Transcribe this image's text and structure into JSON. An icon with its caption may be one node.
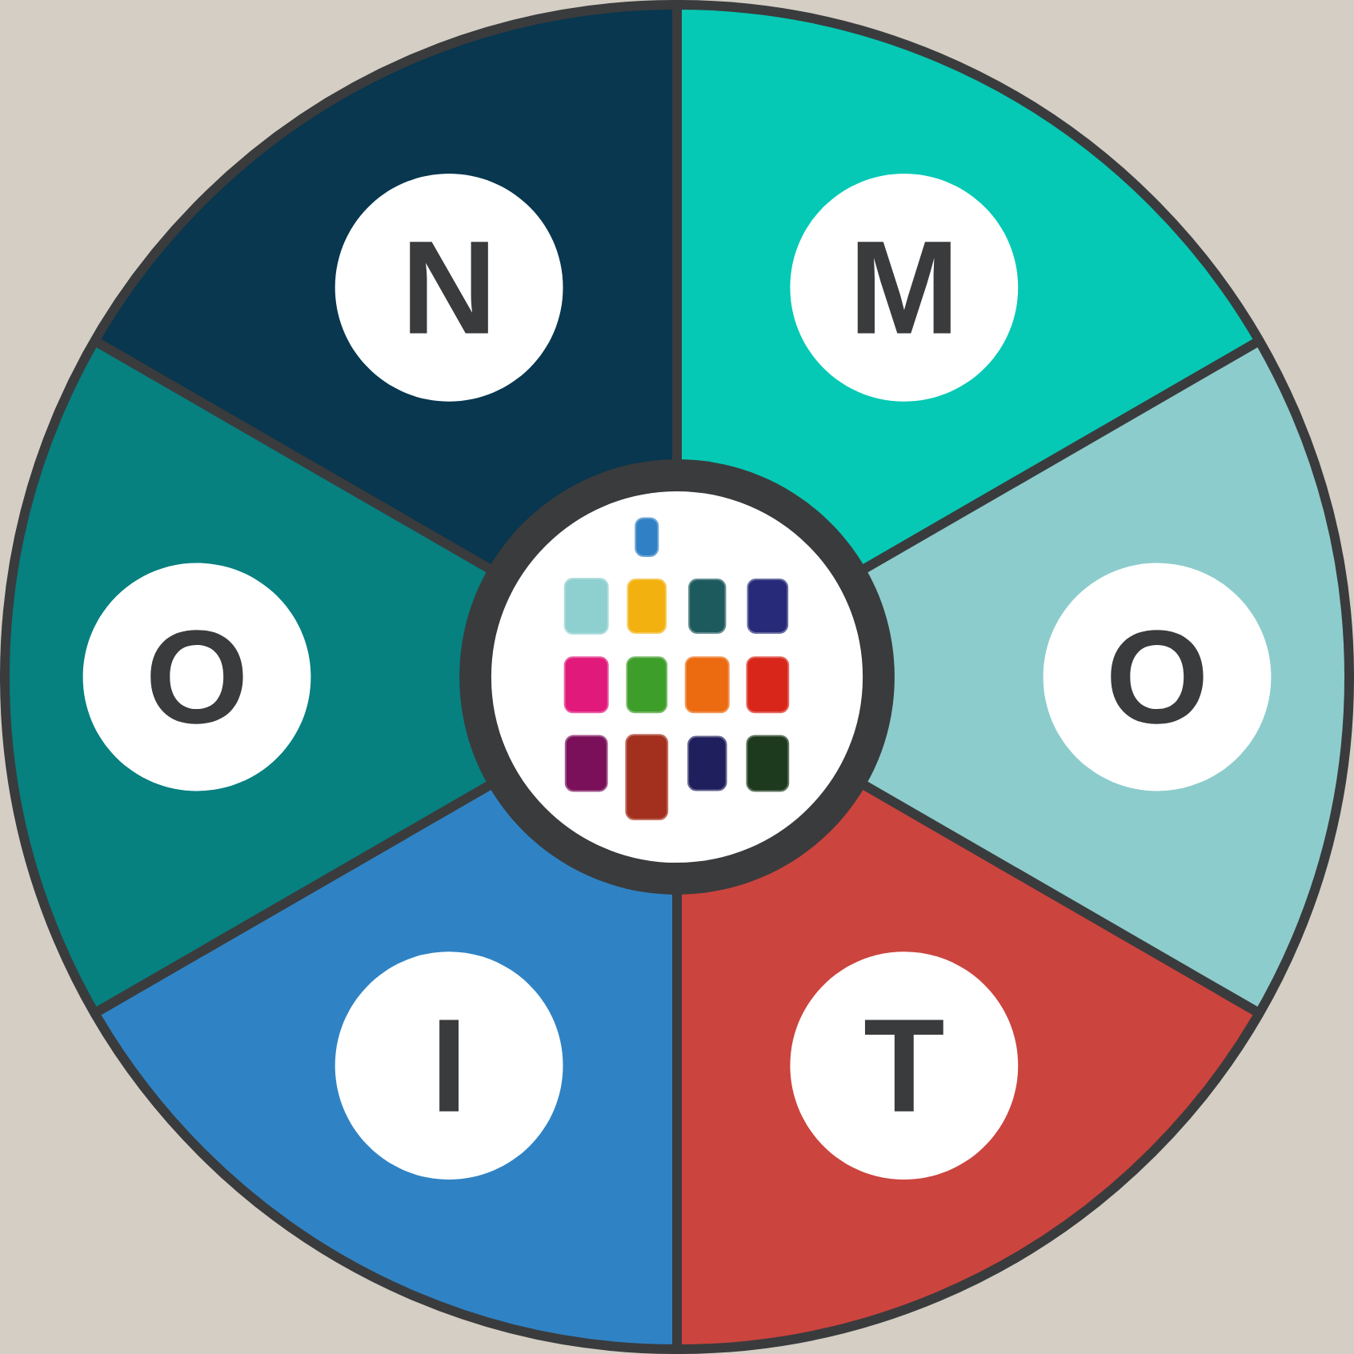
{
  "diagram": {
    "nodes": [
      {
        "text": [
          "N"
        ]
      },
      {
        "text": [
          "M"
        ]
      },
      {
        "text": [
          "O"
        ]
      },
      {
        "text": [],
        "shape": "circle"
      },
      {
        "text": [
          "O"
        ]
      },
      {
        "text": [
          "I"
        ]
      },
      {
        "text": [
          "T"
        ]
      }
    ]
  }
}
